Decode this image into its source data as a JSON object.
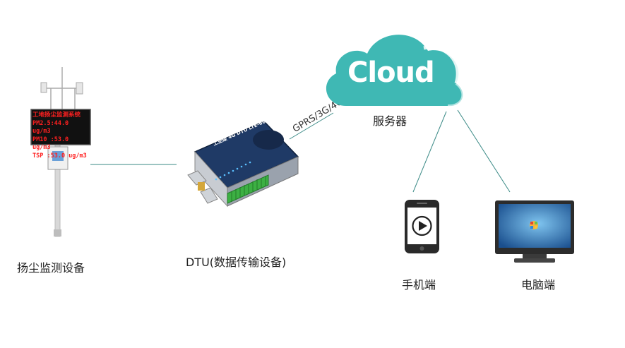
{
  "nodes": {
    "dust_monitor": {
      "label": "扬尘监测设备",
      "screen_lines": [
        "工地扬尘监测系统",
        "PM2.5:44.0 ug/m3",
        "PM10 :53.0 ug/m3",
        "TSP  :53.0 ug/m3"
      ]
    },
    "dtu": {
      "label": "DTU(数据传输设备)",
      "device_title": "工业级 4G DTU LTE-660"
    },
    "cloud": {
      "word": "Cloud",
      "label": "服务器"
    },
    "phone": {
      "label": "手机端"
    },
    "pc": {
      "label": "电脑端"
    }
  },
  "links": {
    "dtu_cloud": "GPRS/3G/4G"
  },
  "colors": {
    "cloud": "#3fb8b4",
    "line": "#3a8a86",
    "led_red": "#ff2020",
    "dtu_body": "#1f3a66",
    "terminal_green": "#3cb043"
  }
}
